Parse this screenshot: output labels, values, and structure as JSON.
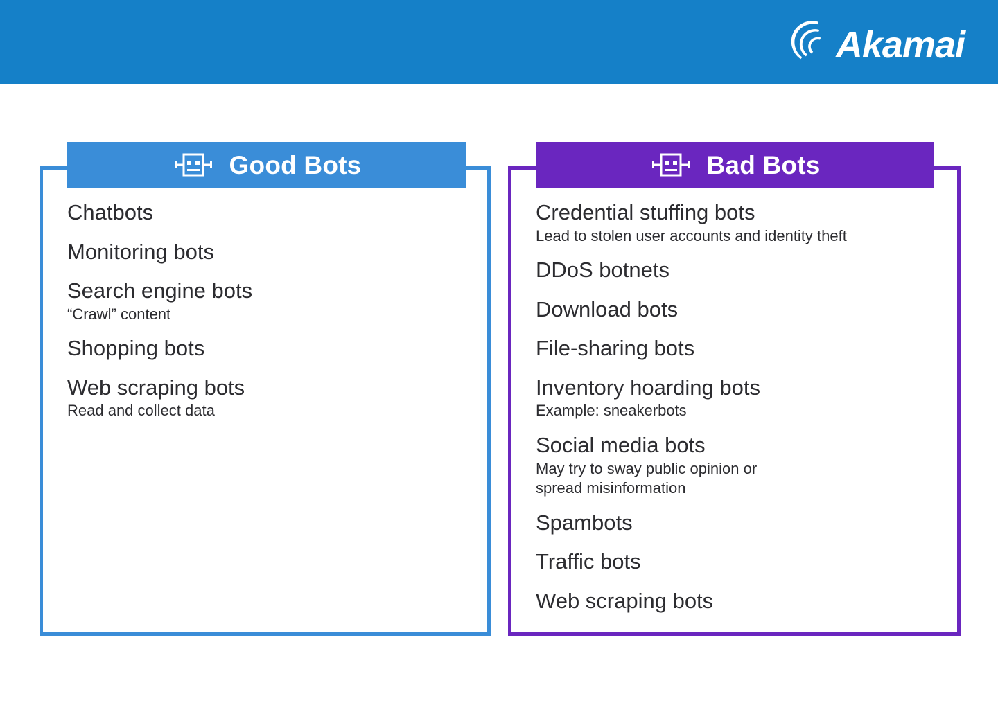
{
  "banner": {
    "brand": "Akamai",
    "brand_color": "#1580c8",
    "logo_icon": "akamai-wave-logo"
  },
  "panels": [
    {
      "id": "good",
      "title": "Good Bots",
      "icon": "robot-face-icon",
      "accent_color": "#3a8dd8",
      "items": [
        {
          "label": "Chatbots",
          "note": ""
        },
        {
          "label": "Monitoring bots",
          "note": ""
        },
        {
          "label": "Search engine bots",
          "note": "“Crawl” content"
        },
        {
          "label": "Shopping bots",
          "note": ""
        },
        {
          "label": "Web scraping bots",
          "note": "Read and collect data"
        }
      ]
    },
    {
      "id": "bad",
      "title": "Bad Bots",
      "icon": "robot-face-icon",
      "accent_color": "#6a26bf",
      "items": [
        {
          "label": "Credential stuffing bots",
          "note": "Lead to stolen user accounts and identity theft"
        },
        {
          "label": "DDoS botnets",
          "note": ""
        },
        {
          "label": "Download bots",
          "note": ""
        },
        {
          "label": "File-sharing bots",
          "note": ""
        },
        {
          "label": "Inventory hoarding bots",
          "note": "Example: sneakerbots"
        },
        {
          "label": "Social media bots",
          "note": "May try to sway public opinion or\nspread misinformation"
        },
        {
          "label": "Spambots",
          "note": ""
        },
        {
          "label": "Traffic bots",
          "note": ""
        },
        {
          "label": "Web scraping bots",
          "note": ""
        }
      ]
    }
  ]
}
